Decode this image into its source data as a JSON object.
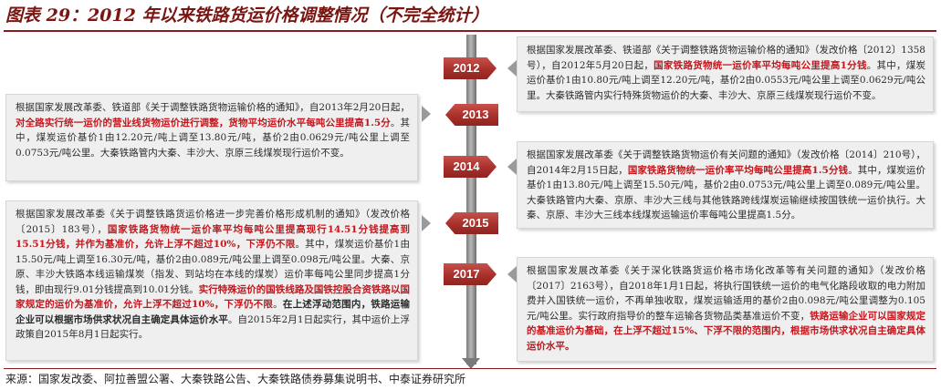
{
  "figure": {
    "title": "图表 29：2012 年以来铁路货运价格调整情况（不完全统计）",
    "source": "来源：国家发改委、阿拉善盟公署、大秦铁路公告、大秦铁路债券募集说明书、中泰证券研究所"
  },
  "colors": {
    "accent": "#8b1a1a",
    "highlight": "#c4161c",
    "tag": "#a8302b",
    "box_bg": "#efefef"
  },
  "timeline": [
    {
      "year": "2012",
      "side": "right",
      "segments": [
        {
          "t": "根据国家发展改革委、铁道部《关于调整铁路货物运输价格的通知》（发改价格〔2012〕1358号），自2012年5月20日起，",
          "s": "n"
        },
        {
          "t": "国家铁路货物统一运价率平均每吨公里提高1分钱",
          "s": "h"
        },
        {
          "t": "。其中，煤炭运价基价1由10.80元/吨上调至12.20元/吨，基价2由0.0553元/吨公里上调至0.0629元/吨公里。大秦铁路管内实行特殊货物运价的大秦、丰沙大、京原三线煤炭现行运价不变。",
          "s": "n"
        }
      ]
    },
    {
      "year": "2013",
      "side": "left",
      "segments": [
        {
          "t": "根据国家发展改革委、铁道部《关于调整铁路货物运输价格的通知》，自2013年2月20日起，",
          "s": "n"
        },
        {
          "t": "对全路实行统一运价的营业线货物运价进行调整，货物平均运价水平每吨公里提高1.5分",
          "s": "h"
        },
        {
          "t": "。其中，煤炭运价基价1由12.20元/吨上调至13.80元/吨，基价2由0.0629元/吨公里上调至0.0753元/吨公里。大秦铁路管内大秦、丰沙大、京原三线煤炭现行运价不变。",
          "s": "n"
        }
      ]
    },
    {
      "year": "2014",
      "side": "right",
      "segments": [
        {
          "t": "根据国家发展改革委《关于调整铁路货物运价有关问题的通知》（发改价格〔2014〕210号），自2014年2月15日起，",
          "s": "n"
        },
        {
          "t": "国家铁路货物统一运价率平均每吨公里提高1.5分钱",
          "s": "h"
        },
        {
          "t": "。其中，煤炭运价基价1由13.80元/吨上调至15.50元/吨，基价2由0.0753元/吨公里上调至0.089元/吨公里。大秦铁路管内大秦、京原、丰沙大三线与其他铁路跨线煤炭运输继续按国铁统一运价执行。大秦、京原、丰沙大三线本线煤炭运输运价率每吨公里提高1.5分。",
          "s": "n"
        }
      ]
    },
    {
      "year": "2015",
      "side": "left",
      "segments": [
        {
          "t": "根据国家发展改革委《关于调整铁路货运价格进一步完善价格形成机制的通知》（发改价格〔2015〕183号），",
          "s": "n"
        },
        {
          "t": "国家铁路货物统一运价率平均每吨公里提高现行14.51分钱提高到15.51分钱，并作为基准价，允许上浮不超过10%，下浮仍不限",
          "s": "h"
        },
        {
          "t": "。其中，煤炭运价基价1由15.50元/吨上调至16.30元/吨，基价2由0.089元/吨公里上调至0.098元/吨公里。大秦、京原、丰沙大铁路本线运输煤炭（指发、到站均在本线的煤炭）运价率每吨公里同步提高1分钱，即由现行9.01分钱提高到10.01分钱。",
          "s": "n"
        },
        {
          "t": "实行特殊运价的国铁线路及国铁控股合资铁路以国家规定的运价为基准价，允许上浮不超过10%，下浮仍不限",
          "s": "h"
        },
        {
          "t": "。",
          "s": "n"
        },
        {
          "t": "在上述浮动范围内，铁路运输企业可以根据市场供求状况自主确定具体运价水平",
          "s": "e"
        },
        {
          "t": "。自2015年2月1日起实行，其中运价上浮政策自2015年8月1日起实行。",
          "s": "n"
        }
      ]
    },
    {
      "year": "2017",
      "side": "right",
      "segments": [
        {
          "t": "根据国家发展改革委《关于深化铁路货运价格市场化改革等有关问题的通知》（发改价格〔2017〕2163号），自2018年1月1日起，将执行国铁统一运价的电气化路段收取的电力附加费并入国铁统一运价，不再单独收取，煤炭运输适用的基价2由0.098元/吨公里调整为0.105元/吨公里。实行政府指导价的整车运输各货物品类基准运价不变，",
          "s": "n"
        },
        {
          "t": "铁路运输企业可以国家规定的基准运价为基础，在上浮不超过15%、下浮不限的范围内，根据市场供求状况自主确定具体运价水平。",
          "s": "h"
        }
      ]
    }
  ]
}
